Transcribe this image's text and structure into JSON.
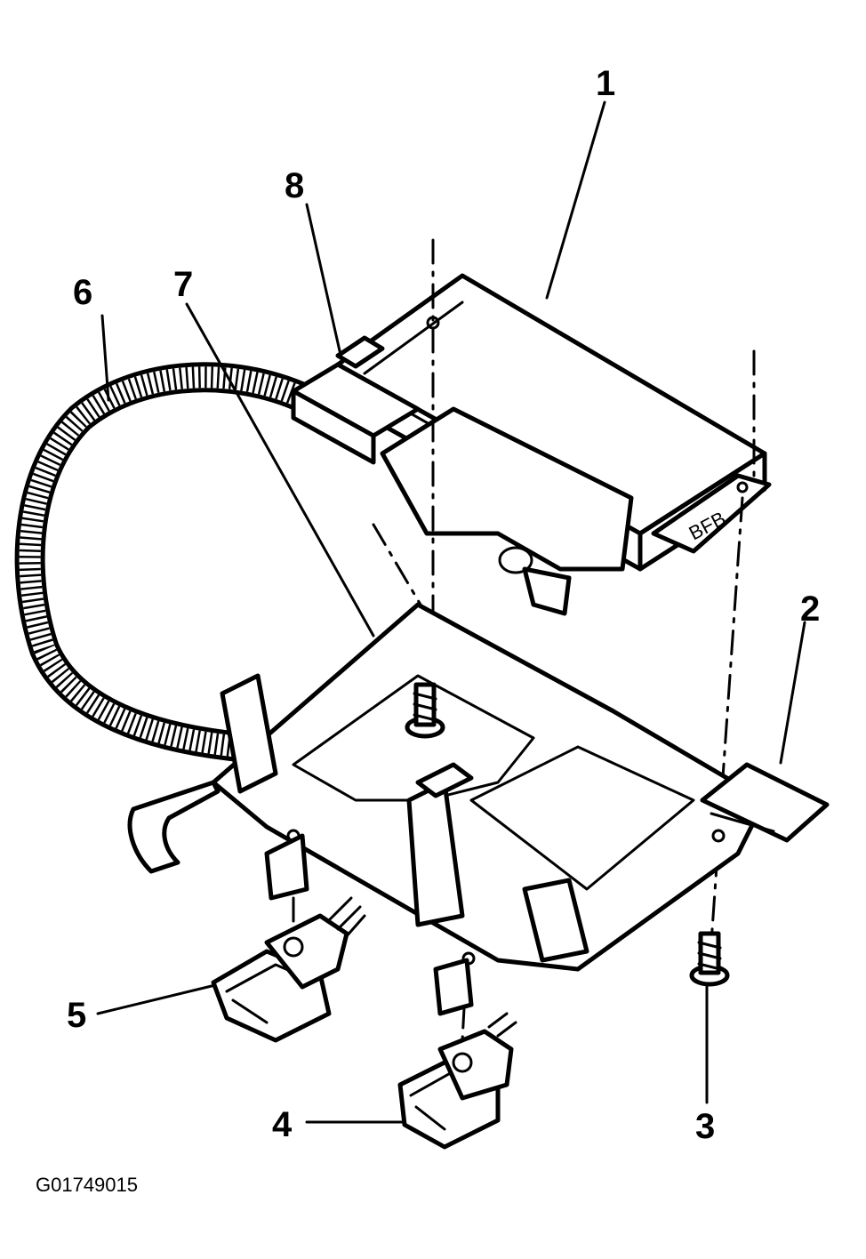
{
  "callouts": {
    "c1": "1",
    "c2": "2",
    "c3": "3",
    "c4": "4",
    "c5": "5",
    "c6": "6",
    "c7": "7",
    "c8": "8"
  },
  "figure_code": "G01749015",
  "module_label": "BFB"
}
